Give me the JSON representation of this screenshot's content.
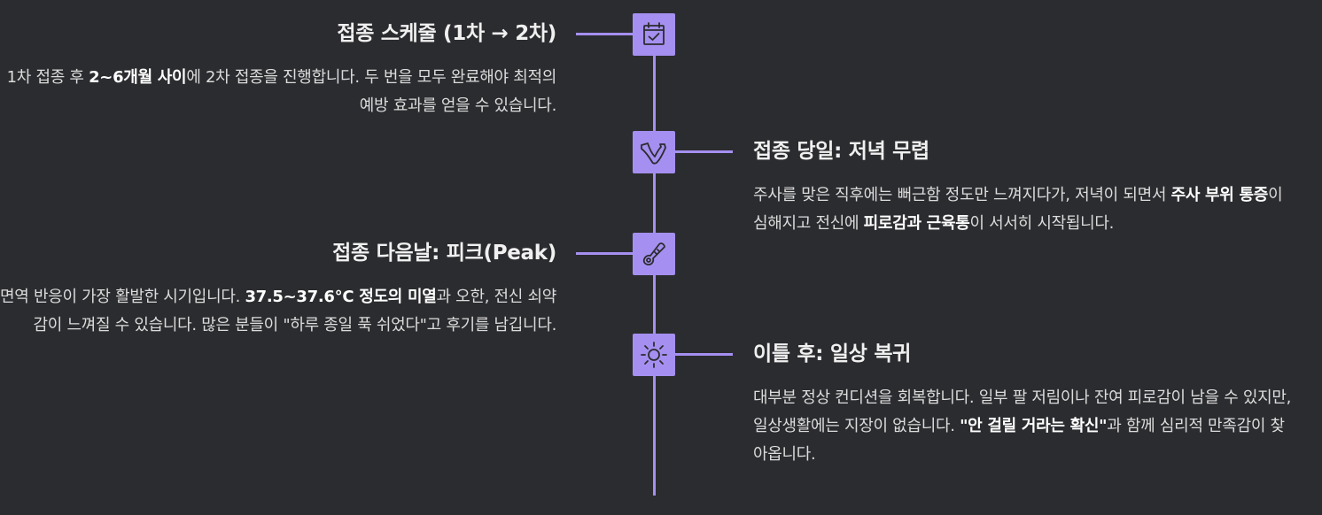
{
  "timeline": {
    "accent_color": "#a58ff0",
    "background_color": "#2b2c2f",
    "entries": [
      {
        "side": "left",
        "icon": "calendar-check-icon",
        "title": "접종 스케줄 (1차 → 2차)",
        "body": [
          {
            "text": "1차 접종 후 ",
            "bold": false
          },
          {
            "text": "2~6개월 사이",
            "bold": true
          },
          {
            "text": "에 2차 접종을 진행합니다. 두 번을 모두 완료해야 최적의 예방 효과를 얻을 수 있습니다.",
            "bold": false
          }
        ]
      },
      {
        "side": "right",
        "icon": "flexed-arm-icon",
        "title": "접종 당일: 저녁 무렵",
        "body": [
          {
            "text": "주사를 맞은 직후에는 뻐근함 정도만 느껴지다가, 저녁이 되면서 ",
            "bold": false
          },
          {
            "text": "주사 부위 통증",
            "bold": true
          },
          {
            "text": "이 심해지고 전신에 ",
            "bold": false
          },
          {
            "text": "피로감과 근육통",
            "bold": true
          },
          {
            "text": "이 서서히 시작됩니다.",
            "bold": false
          }
        ]
      },
      {
        "side": "left",
        "icon": "thermometer-icon",
        "title": "접종 다음날: 피크(Peak)",
        "body": [
          {
            "text": "면역 반응이 가장 활발한 시기입니다. ",
            "bold": false
          },
          {
            "text": "37.5~37.6°C 정도의 미열",
            "bold": true
          },
          {
            "text": "과 오한, 전신 쇠약감이 느껴질 수 있습니다. 많은 분들이 \"하루 종일 푹 쉬었다\"고 후기를 남깁니다.",
            "bold": false
          }
        ]
      },
      {
        "side": "right",
        "icon": "sun-icon",
        "title": "이틀 후: 일상 복귀",
        "body": [
          {
            "text": "대부분 정상 컨디션을 회복합니다. 일부 팔 저림이나 잔여 피로감이 남을 수 있지만, 일상생활에는 지장이 없습니다. ",
            "bold": false
          },
          {
            "text": "\"안 걸릴 거라는 확신\"",
            "bold": true
          },
          {
            "text": "과 함께 심리적 만족감이 찾아옵니다.",
            "bold": false
          }
        ]
      }
    ]
  }
}
